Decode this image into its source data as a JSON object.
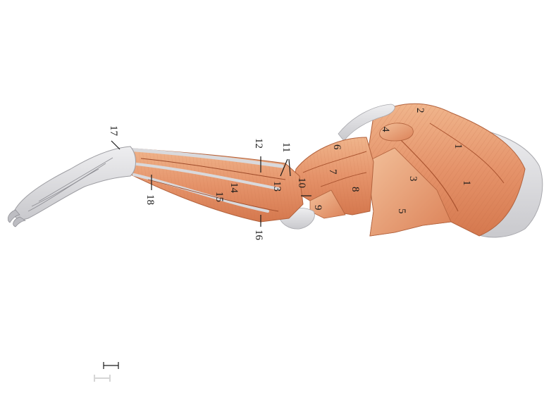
{
  "diagram": {
    "labels": {
      "l1a": "1",
      "l1b": "1",
      "l2": "2",
      "l3": "3",
      "l4": "4",
      "l5": "5",
      "l6": "6",
      "l7": "7",
      "l8": "8",
      "l9": "9",
      "l10": "10",
      "l11": "11",
      "l12": "12",
      "l13": "13",
      "l14": "14",
      "l15": "15",
      "l16": "16",
      "l17": "17",
      "l18": "18"
    }
  },
  "colors": {
    "muscle": "#e8a176",
    "muscle_dark": "#c8663f",
    "tendon": "#e0e0e2",
    "outline": "#9a7a6a"
  }
}
